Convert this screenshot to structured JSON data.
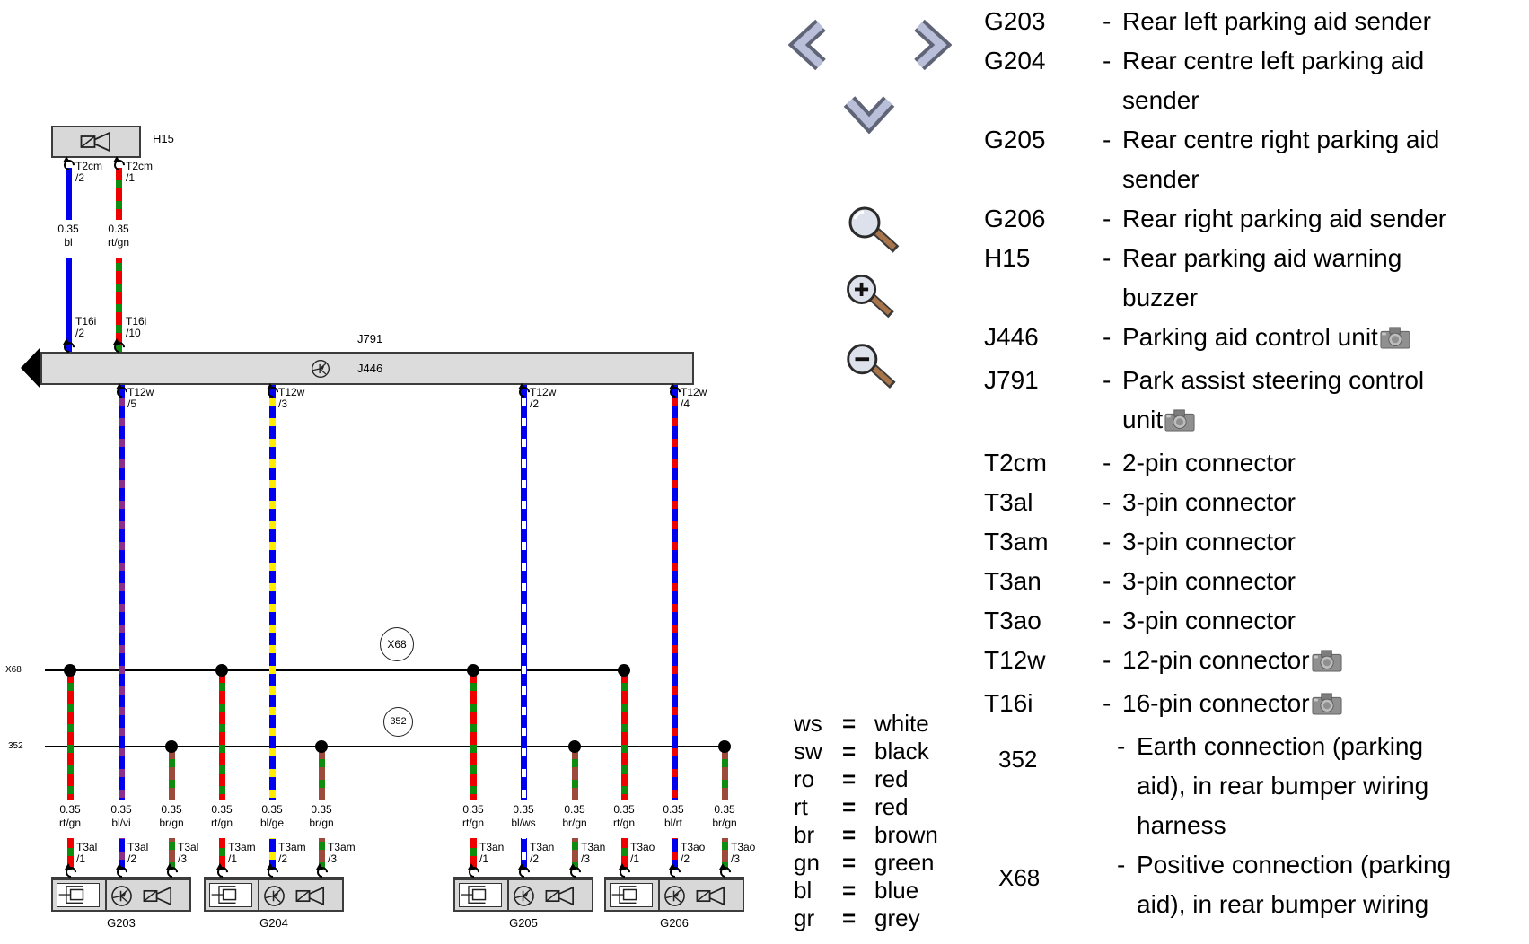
{
  "diagram": {
    "buzzer": {
      "id": "H15"
    },
    "control_unit": {
      "outer": "J791",
      "inner": "J446"
    },
    "left_labels": {
      "x68": "X68",
      "g352": "352"
    },
    "circles": {
      "x68": "X68",
      "g352": "352"
    },
    "buzzer_wires": [
      {
        "top_conn": "T2cm",
        "top_pin": "/2",
        "size": "0.35",
        "color": "bl",
        "bottom_conn": "T16i",
        "bottom_pin": "/2"
      },
      {
        "top_conn": "T2cm",
        "top_pin": "/1",
        "size": "0.35",
        "color": "rt/gn",
        "bottom_conn": "T16i",
        "bottom_pin": "/10"
      }
    ],
    "bus_wires": [
      {
        "conn": "T12w",
        "pin": "/5"
      },
      {
        "conn": "T12w",
        "pin": "/3"
      },
      {
        "conn": "T12w",
        "pin": "/2"
      },
      {
        "conn": "T12w",
        "pin": "/4"
      }
    ],
    "sensors": [
      {
        "id": "G203",
        "wires": [
          {
            "size": "0.35",
            "color": "rt/gn",
            "conn": "T3al",
            "pin": "/1"
          },
          {
            "size": "0.35",
            "color": "bl/vi",
            "conn": "T3al",
            "pin": "/2"
          },
          {
            "size": "0.35",
            "color": "br/gn",
            "conn": "T3al",
            "pin": "/3"
          }
        ]
      },
      {
        "id": "G204",
        "wires": [
          {
            "size": "0.35",
            "color": "rt/gn",
            "conn": "T3am",
            "pin": "/1"
          },
          {
            "size": "0.35",
            "color": "bl/ge",
            "conn": "T3am",
            "pin": "/2"
          },
          {
            "size": "0.35",
            "color": "br/gn",
            "conn": "T3am",
            "pin": "/3"
          }
        ]
      },
      {
        "id": "G205",
        "wires": [
          {
            "size": "0.35",
            "color": "rt/gn",
            "conn": "T3an",
            "pin": "/1"
          },
          {
            "size": "0.35",
            "color": "bl/ws",
            "conn": "T3an",
            "pin": "/2"
          },
          {
            "size": "0.35",
            "color": "br/gn",
            "conn": "T3an",
            "pin": "/3"
          }
        ]
      },
      {
        "id": "G206",
        "wires": [
          {
            "size": "0.35",
            "color": "rt/gn",
            "conn": "T3ao",
            "pin": "/1"
          },
          {
            "size": "0.35",
            "color": "bl/rt",
            "conn": "T3ao",
            "pin": "/2"
          },
          {
            "size": "0.35",
            "color": "br/gn",
            "conn": "T3ao",
            "pin": "/3"
          }
        ]
      }
    ]
  },
  "legend": {
    "dash": "-",
    "items": [
      {
        "term": "G203",
        "lines": [
          "Rear left parking aid sender"
        ]
      },
      {
        "term": "G204",
        "lines": [
          "Rear centre left parking aid",
          "sender"
        ]
      },
      {
        "term": "G205",
        "lines": [
          "Rear centre right parking aid",
          "sender"
        ]
      },
      {
        "term": "G206",
        "lines": [
          "Rear right parking aid sender"
        ]
      },
      {
        "term": "H15",
        "lines": [
          "Rear parking aid warning",
          "buzzer"
        ]
      },
      {
        "term": "J446",
        "lines": [
          "Parking aid control unit"
        ],
        "camera": true
      },
      {
        "term": "J791",
        "lines": [
          "Park assist steering control",
          "unit"
        ],
        "camera": true
      },
      {
        "term": "T2cm",
        "lines": [
          "2-pin connector"
        ]
      },
      {
        "term": "T3al",
        "lines": [
          "3-pin connector"
        ]
      },
      {
        "term": "T3am",
        "lines": [
          "3-pin connector"
        ]
      },
      {
        "term": "T3an",
        "lines": [
          "3-pin connector"
        ]
      },
      {
        "term": "T3ao",
        "lines": [
          "3-pin connector"
        ]
      },
      {
        "term": "T12w",
        "lines": [
          "12-pin connector"
        ],
        "camera": true
      },
      {
        "term": "T16i",
        "lines": [
          "16-pin connector"
        ],
        "camera": true
      },
      {
        "term": "352",
        "lines": [
          "Earth connection (parking",
          "aid), in rear bumper wiring",
          "harness"
        ]
      },
      {
        "term": "X68",
        "lines": [
          "Positive connection (parking",
          "aid), in rear bumper wiring"
        ]
      }
    ]
  },
  "color_key": {
    "eq": "=",
    "rows": [
      {
        "abbr": "ws",
        "name": "white"
      },
      {
        "abbr": "sw",
        "name": "black"
      },
      {
        "abbr": "ro",
        "name": "red"
      },
      {
        "abbr": "rt",
        "name": "red"
      },
      {
        "abbr": "br",
        "name": "brown"
      },
      {
        "abbr": "gn",
        "name": "green"
      },
      {
        "abbr": "bl",
        "name": "blue"
      },
      {
        "abbr": "gr",
        "name": "grey"
      }
    ]
  },
  "colors": {
    "blue": "#0000ee",
    "red": "#ee0000",
    "green": "#0e8c0e",
    "violet": "#8b2f8b",
    "yellow": "#ffec00",
    "white": "#ffffff",
    "brown": "#9c4a3c",
    "box_fill": "#d8d8d8",
    "box_border": "#3c3c3c"
  }
}
